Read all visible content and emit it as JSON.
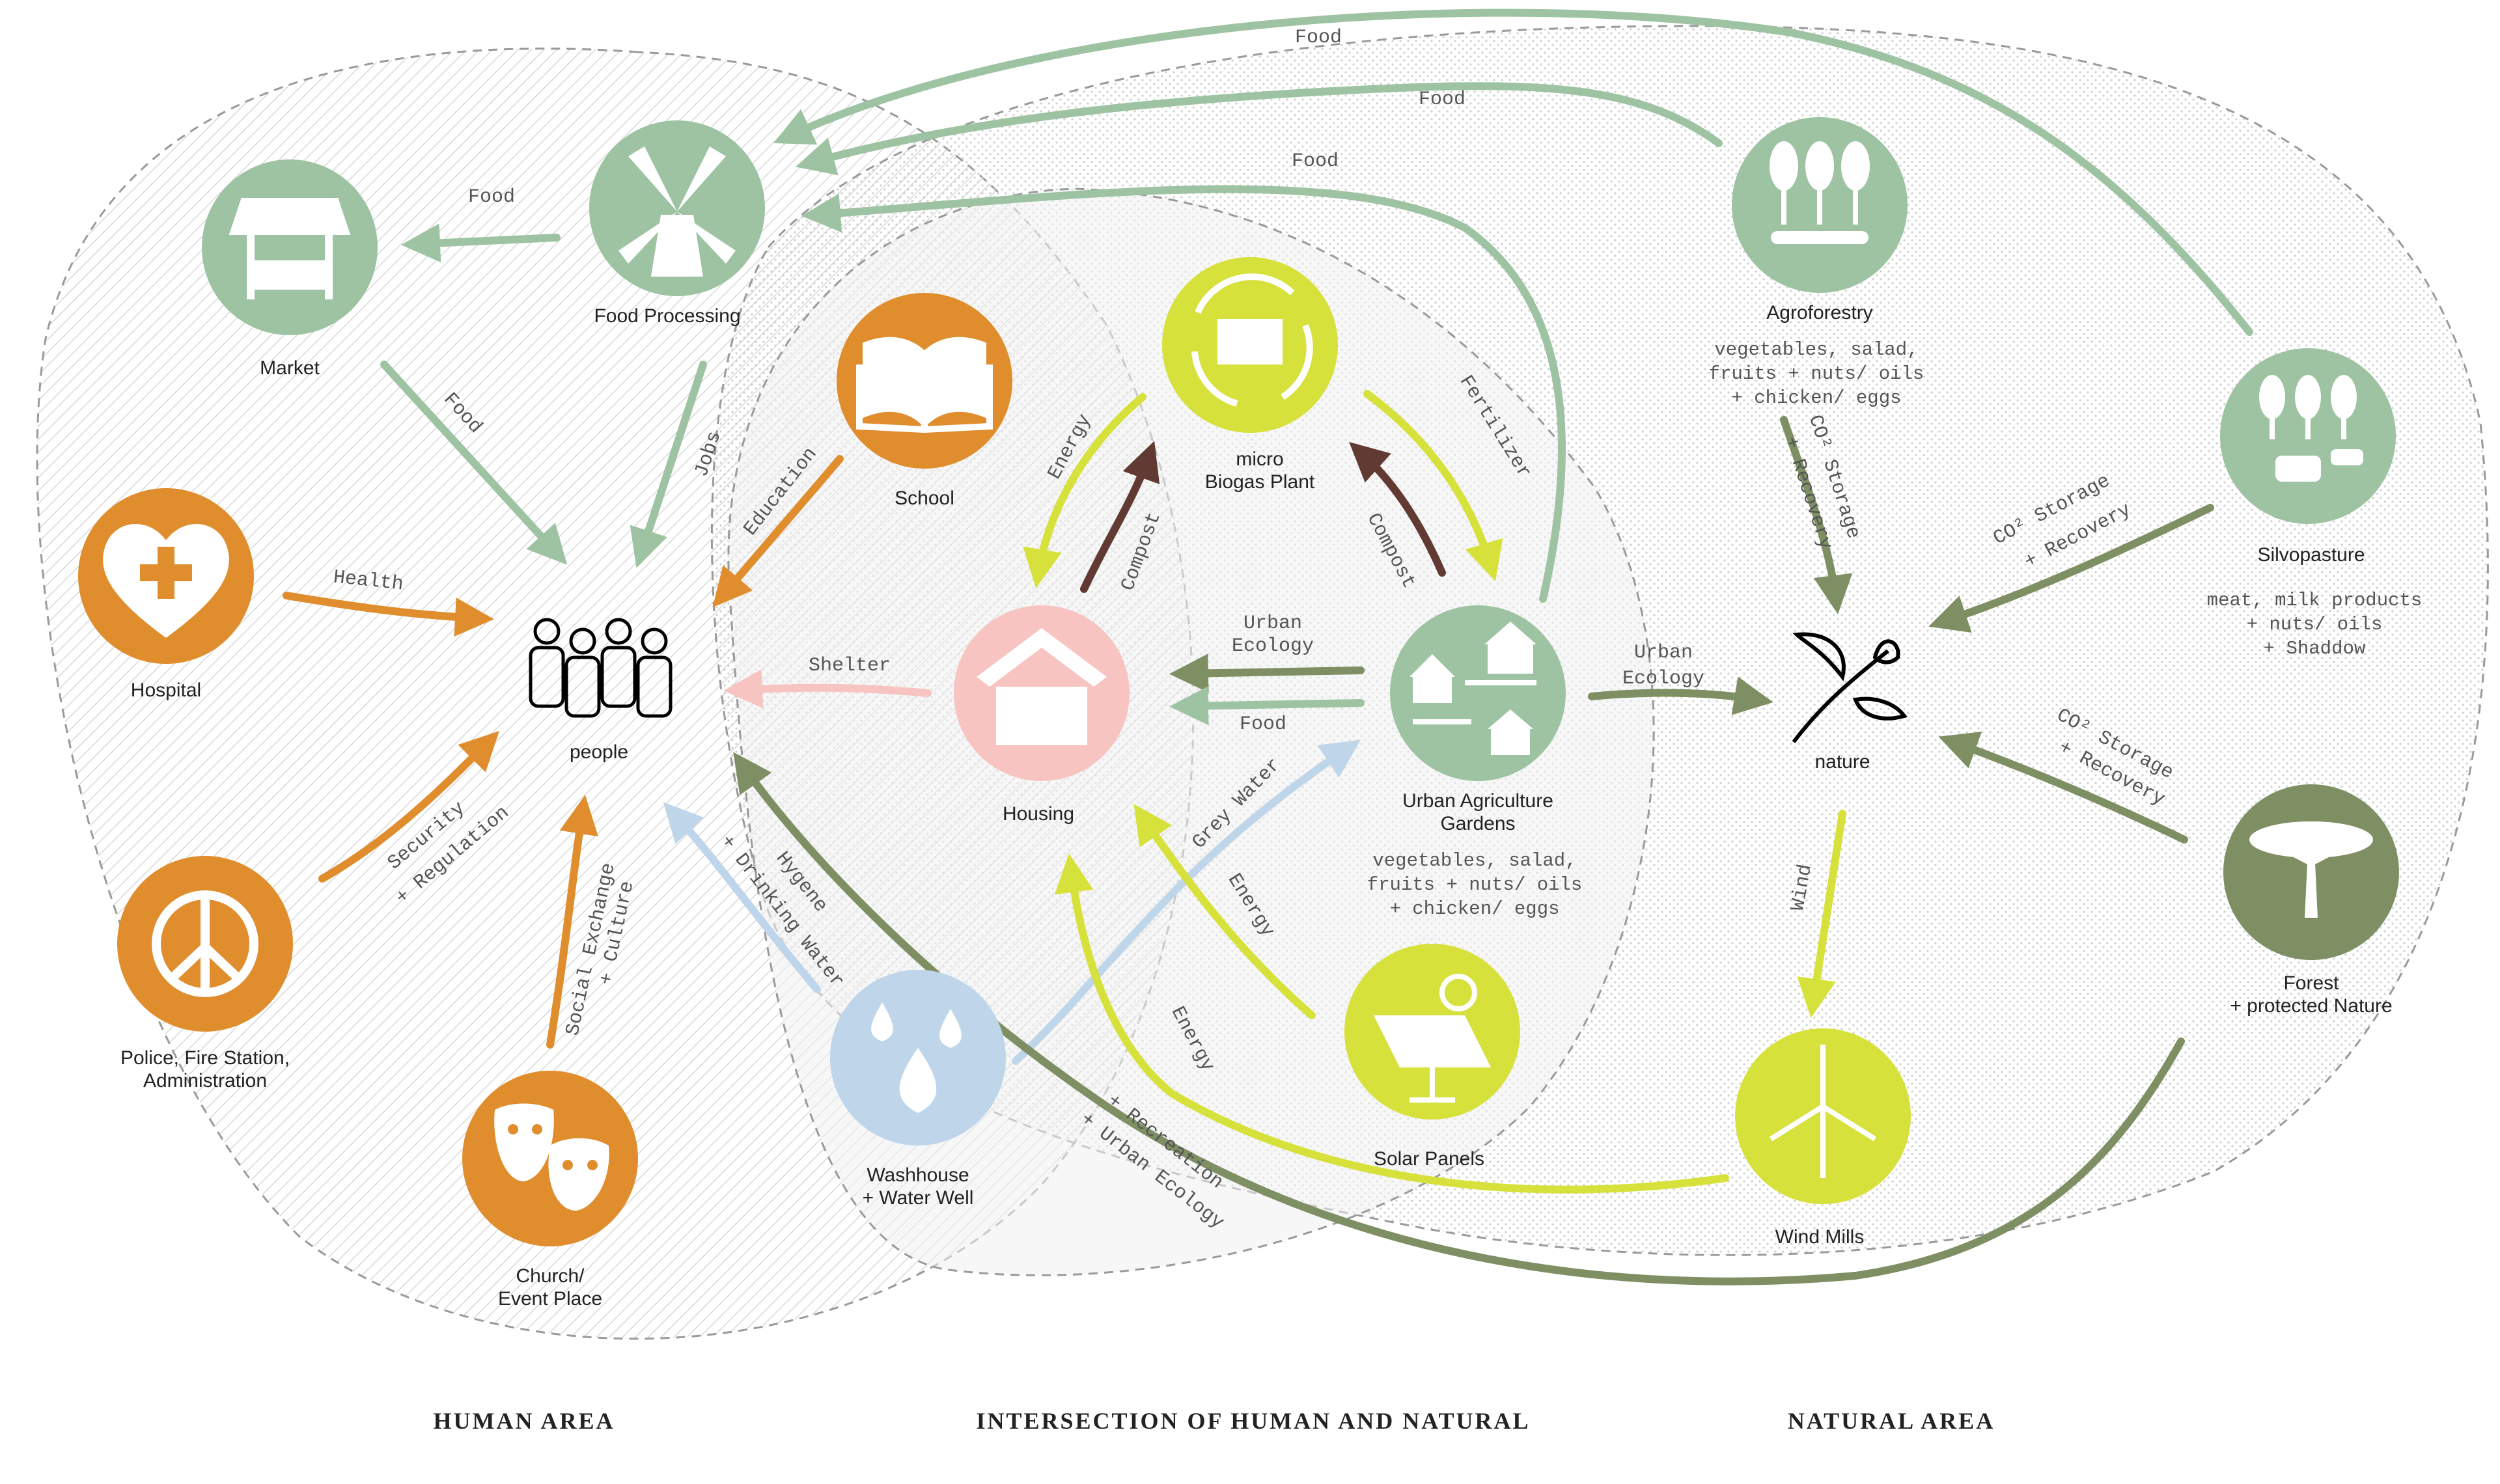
{
  "colors": {
    "orange": "#e08d2e",
    "sage": "#9dc3a2",
    "lime": "#d6e13b",
    "olive": "#7e8f63",
    "brown": "#603a33",
    "pink": "#f7c4c1",
    "lightblue": "#bfd6ea",
    "icon": "#ffffff"
  },
  "areas": {
    "human": "HUMAN AREA",
    "intersection": "INTERSECTION OF HUMAN AND NATURAL",
    "natural": "NATURAL AREA"
  },
  "nodes": {
    "market": {
      "label": "Market",
      "icon": "market-stall-icon"
    },
    "food_processing": {
      "label": "Food Processing",
      "icon": "windmill-icon"
    },
    "school": {
      "label": "School",
      "icon": "book-icon"
    },
    "biogas_line1": "micro",
    "biogas_line2": "Biogas Plant",
    "biogas_icon": "recycle-icon",
    "hospital": {
      "label": "Hospital",
      "icon": "heart-cross-icon"
    },
    "people": {
      "label": "people",
      "icon": "people-group-icon"
    },
    "housing": {
      "label": "Housing",
      "icon": "house-icon"
    },
    "gardens_line1": "Urban Agriculture",
    "gardens_line2": "Gardens",
    "gardens_detail": [
      "vegetables, salad,",
      "fruits + nuts/ oils",
      "+ chicken/ eggs"
    ],
    "police_line1": "Police, Fire Station,",
    "police_line2": "Administration",
    "police_icon": "peace-icon",
    "church_line1": "Church/",
    "church_line2": "Event Place",
    "church_icon": "theater-masks-icon",
    "washhouse_line1": "Washhouse",
    "washhouse_line2": "+ Water Well",
    "washhouse_icon": "water-drops-icon",
    "solar": {
      "label": "Solar Panels",
      "icon": "solar-panel-icon"
    },
    "windmills": {
      "label": "Wind Mills",
      "icon": "wind-turbine-icon"
    },
    "agroforestry": {
      "label": "Agroforestry",
      "icon": "trees-crops-icon"
    },
    "agro_detail": [
      "vegetables, salad,",
      "fruits + nuts/ oils",
      "+ chicken/ eggs"
    ],
    "silvopasture": {
      "label": "Silvopasture",
      "icon": "trees-cattle-icon"
    },
    "silvo_detail": [
      "meat, milk products",
      "+ nuts/ oils",
      "+ Shaddow"
    ],
    "nature": {
      "label": "nature",
      "icon": "leaves-icon"
    },
    "forest_line1": "Forest",
    "forest_line2": "+ protected Nature",
    "forest_icon": "acacia-tree-icon"
  },
  "flows": {
    "food_top1": "Food",
    "food_top2": "Food",
    "food_top3": "Food",
    "food_market": "Food",
    "food_people": "Food",
    "jobs": "Jobs",
    "education": "Education",
    "health": "Health",
    "security_line1": "Security",
    "security_line2": "+ Regulation",
    "social_line1": "Social Exchange",
    "social_line2": "+ Culture",
    "hygene_line1": "Hygene",
    "hygene_line2": "+ Drinking Water",
    "shelter": "Shelter",
    "energy_biogas": "Energy",
    "compost_housing": "Compost",
    "fertilizer": "Fertilizer",
    "compost_gardens": "Compost",
    "urban_ecology_line1": "Urban",
    "urban_ecology_line2": "Ecology",
    "food_housing": "Food",
    "urban_nature_line1": "Urban",
    "urban_nature_line2": "Ecology",
    "grey_water": "Grey Water",
    "energy_solar": "Energy",
    "energy_wind": "Energy",
    "recreation_line1": "+ Recreation",
    "recreation_line2": "+ Urban Ecology",
    "co2_agro_line1": "CO² Storage",
    "co2_agro_line2": "+ Recovery",
    "co2_silvo_line1": "CO² Storage",
    "co2_silvo_line2": "+ Recovery",
    "co2_forest_line1": "CO² Storage",
    "co2_forest_line2": "+ Recovery",
    "wind": "Wind"
  }
}
